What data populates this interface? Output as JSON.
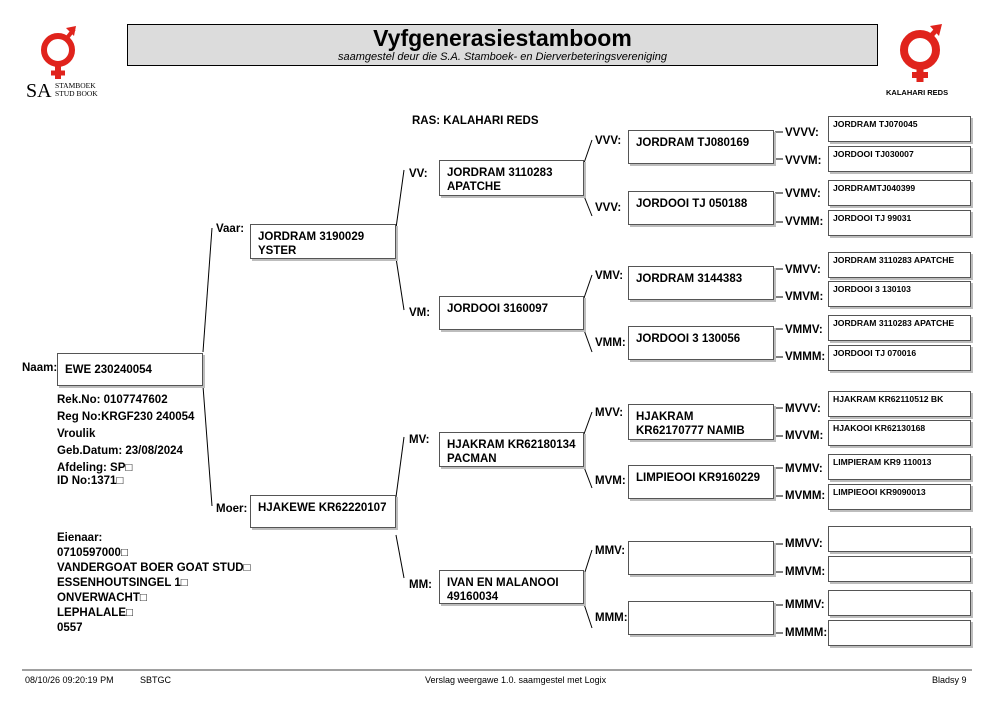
{
  "header": {
    "title": "Vyfgenerasiestamboom",
    "subtitle": "saamgestel deur die S.A. Stamboek- en Dierverbeteringsvereniging",
    "logo_left_text_big": "SA",
    "logo_left_text_small1": "STAMBOEK",
    "logo_left_text_small2": "STUD BOOK",
    "logo_right_text": "KALAHARI REDS",
    "accent_color": "#e0231c"
  },
  "breed": "RAS: KALAHARI REDS",
  "animal": {
    "name_label": "Naam:",
    "name": "EWE 230240054",
    "rek": "Rek.No: 0107747602",
    "reg": "Reg No:KRGF230 240054",
    "sex": "Vroulik",
    "birth": "Geb.Datum: 23/08/2024",
    "division": "Afdeling: SP□",
    "id": "ID No:1371□"
  },
  "owner": {
    "label": "Eienaar:",
    "lines": [
      "0710597000□",
      "VANDERGOAT BOER GOAT STUD□",
      "ESSENHOUTSINGEL 1□",
      "ONVERWACHT□",
      "LEPHALALE□",
      "0557"
    ]
  },
  "gen1": {
    "vaar_label": "Vaar:",
    "vaar": "JORDRAM 3190029\nYSTER",
    "moer_label": "Moer:",
    "moer": "HJAKEWE KR62220107"
  },
  "gen2": {
    "vv_label": "VV:",
    "vv": "JORDRAM 3110283\nAPATCHE",
    "vm_label": "VM:",
    "vm": "JORDOOI 3160097",
    "mv_label": "MV:",
    "mv": "HJAKRAM KR62180134\nPACMAN",
    "mm_label": "MM:",
    "mm": "IVAN EN MALANOOI\n49160034"
  },
  "gen3": {
    "vvv_label": "VVV:",
    "vvv": "JORDRAM TJ080169",
    "vvm_label": "VVV:",
    "vvm": "JORDOOI TJ 050188",
    "vmv_label": "VMV:",
    "vmv": "JORDRAM 3144383",
    "vmm_label": "VMM:",
    "vmm": "JORDOOI 3 130056",
    "mvv_label": "MVV:",
    "mvv": "HJAKRAM\nKR62170777 NAMIB",
    "mvm_label": "MVM:",
    "mvm": "LIMPIEOOI KR9160229",
    "mmv_label": "MMV:",
    "mmv": "",
    "mmm_label": "MMM:",
    "mmm": ""
  },
  "gen4": {
    "vvvv_label": "VVVV:",
    "vvvv": "JORDRAM TJ070045",
    "vvvm_label": "VVVM:",
    "vvvm": "JORDOOI TJ030007",
    "vvmv_label": "VVMV:",
    "vvmv": "JORDRAMTJ040399",
    "vvmm_label": "VVMM:",
    "vvmm": "JORDOOI TJ 99031",
    "vmvv_label": "VMVV:",
    "vmvv": "JORDRAM 3110283 APATCHE",
    "vmvm_label": "VMVM:",
    "vmvm": "JORDOOI 3 130103",
    "vmmv_label": "VMMV:",
    "vmmv": "JORDRAM 3110283 APATCHE",
    "vmmm_label": "VMMM:",
    "vmmm": "JORDOOI TJ 070016",
    "mvvv_label": "MVVV:",
    "mvvv": "HJAKRAM KR62110512 BK",
    "mvvm_label": "MVVM:",
    "mvvm": "HJAKOOI KR62130168",
    "mvmv_label": "MVMV:",
    "mvmv": "LIMPIERAM KR9 110013",
    "mvmm_label": "MVMM:",
    "mvmm": "LIMPIEOOI KR9090013",
    "mmvv_label": "MMVV:",
    "mmvv": "",
    "mmvm_label": "MMVM:",
    "mmvm": "",
    "mmmv_label": "MMMV:",
    "mmmv": "",
    "mmmm_label": "MMMM:",
    "mmmm": ""
  },
  "footer": {
    "timestamp": "08/10/26 09:20:19 PM",
    "code": "SBTGC",
    "report": "Verslag weergawe 1.0. saamgestel met Logix",
    "page": "Bladsy 9"
  }
}
